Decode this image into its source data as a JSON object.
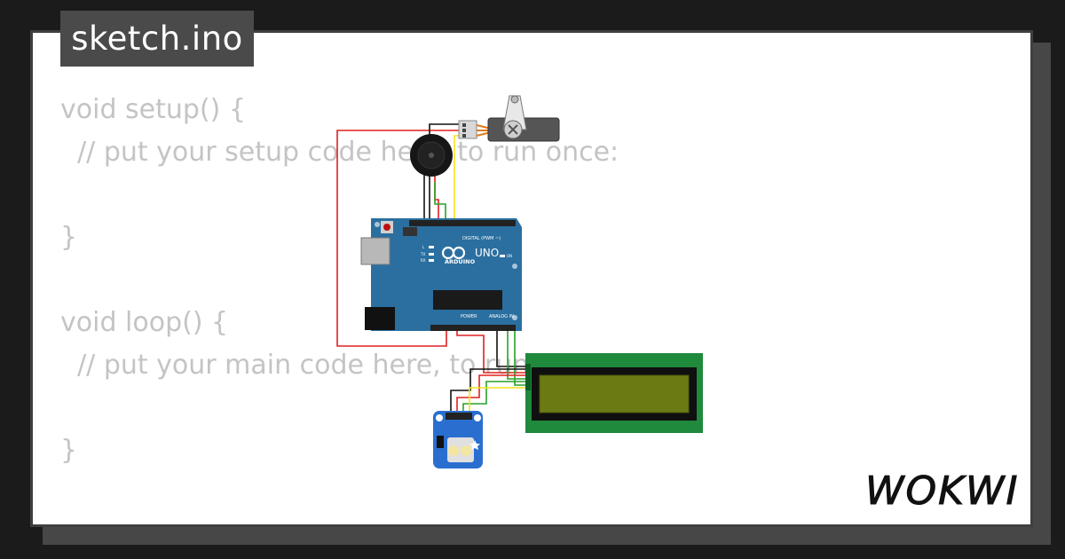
{
  "file_tab": {
    "label": "sketch.ino"
  },
  "code_lines": [
    "void setup() {",
    "  // put your setup code here, to run once:",
    "",
    "}",
    "",
    "void loop() {",
    "  // put your main code here, to run repeatedly:",
    "",
    "}"
  ],
  "board": {
    "brand": "ARDUINO",
    "model": "UNO",
    "digital_label": "DIGITAL (PWM ~)",
    "power_label": "POWER",
    "analog_label": "ANALOG IN",
    "led_on": "ON",
    "led_tx": "TX",
    "led_rx": "RX",
    "led_l": "L"
  },
  "logo": {
    "text": "WOKWI"
  },
  "colors": {
    "background": "#1b1b1b",
    "card": "#ffffff",
    "tab": "#4a4a4a",
    "code_text": "#c4c4c4",
    "arduino_blue": "#2a6fa0",
    "lcd_green": "#1f8a3c",
    "lcd_screen": "#6b7a12",
    "wire_red": "#e02020",
    "wire_black": "#111111",
    "wire_yellow": "#f2e31b",
    "wire_green": "#2aa12a"
  }
}
